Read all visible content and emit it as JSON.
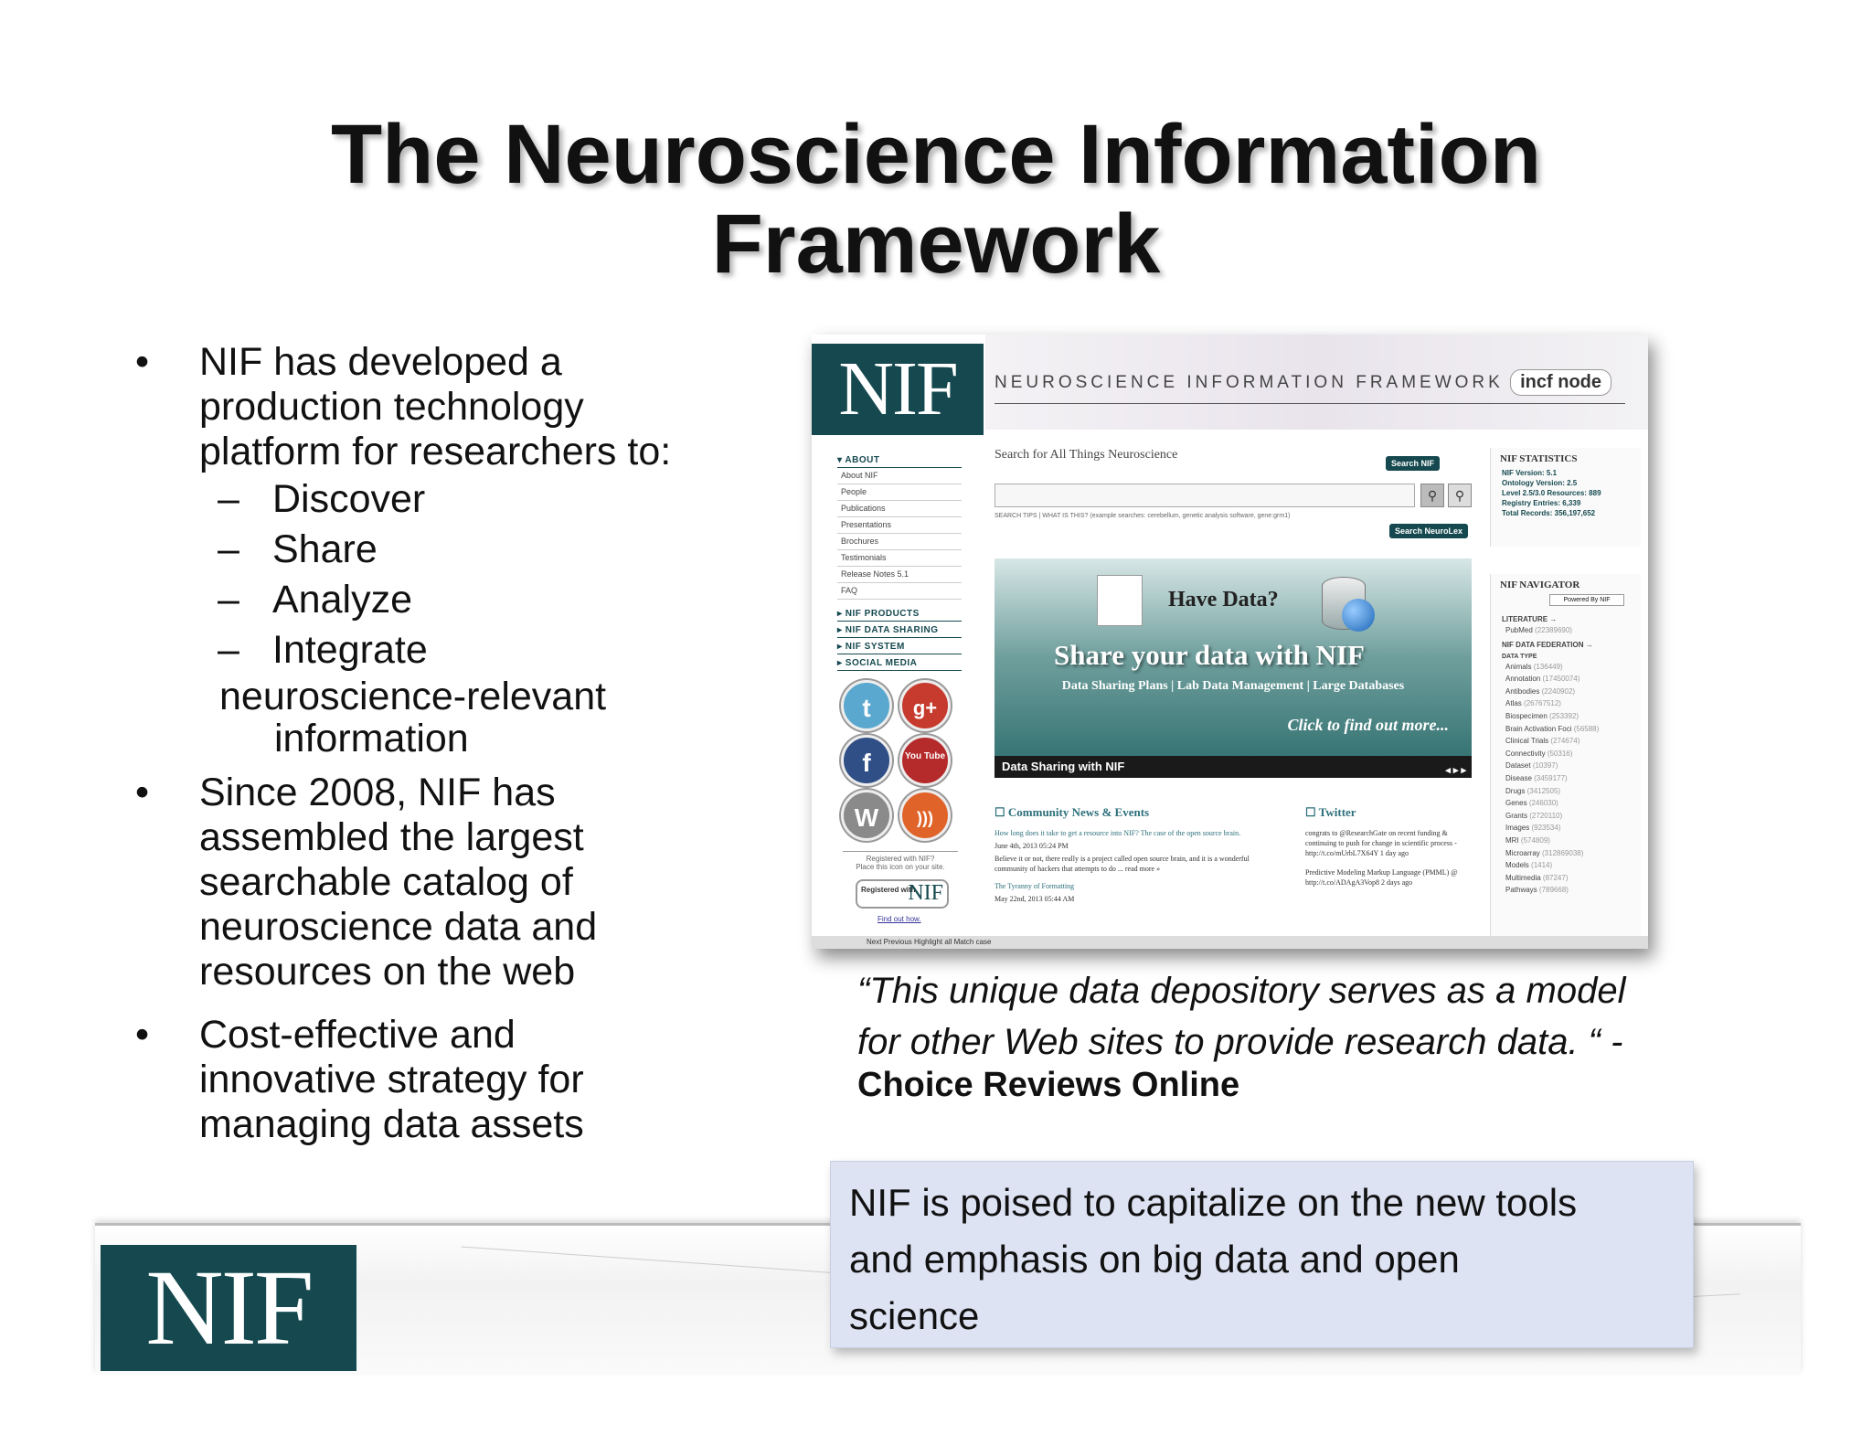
{
  "slide": {
    "title_line1": "The Neuroscience Information",
    "title_line2": "Framework",
    "bullet_symbol": "•",
    "dash_symbol": "–",
    "bullets": [
      {
        "lines": [
          "NIF has developed a",
          "production technology",
          "platform for researchers to:"
        ],
        "subitems": [
          "Discover",
          "Share",
          "Analyze",
          "Integrate"
        ],
        "continuation": [
          "neuroscience-relevant",
          "information"
        ]
      },
      {
        "lines": [
          "Since 2008, NIF has",
          "assembled the largest",
          "searchable catalog of",
          "neuroscience data and",
          "resources on the web"
        ]
      },
      {
        "lines": [
          "Cost-effective and",
          "innovative strategy for",
          "managing data assets"
        ]
      }
    ],
    "quote_line1": "“This unique data depository serves as a model",
    "quote_line2": "for other Web sites to provide research data. “ -",
    "quote_source": "Choice Reviews Online",
    "callout_lines": [
      "NIF is poised to capitalize on the new tools",
      "and emphasis on big data and open",
      "science"
    ],
    "footer_logo": "NIF"
  },
  "screenshot": {
    "logo": "NIF",
    "header_title": "NEUROSCIENCE INFORMATION FRAMEWORK",
    "incf_badge": "incf node",
    "sidebar": {
      "about_head": "▾ ABOUT",
      "about_links": [
        "About NIF",
        "People",
        "Publications",
        "Presentations",
        "Brochures",
        "Testimonials",
        "Release Notes 5.1",
        "FAQ"
      ],
      "sections": [
        "▸ NIF PRODUCTS",
        "▸ NIF DATA SHARING",
        "▸ NIF SYSTEM",
        "▸ SOCIAL MEDIA"
      ],
      "social_icons": [
        "twitter-icon",
        "google-plus-icon",
        "facebook-icon",
        "youtube-icon",
        "wordpress-icon",
        "rss-icon"
      ],
      "social_glyphs": [
        "t",
        "g+",
        "f",
        "You Tube",
        "W",
        ")))"
      ],
      "register_note_1": "Registered with NIF?",
      "register_note_2": "Place this icon on your site.",
      "register_badge_text": "Registered with",
      "register_badge_logo": "NIF",
      "find_out": "Find out how."
    },
    "search": {
      "label": "Search for All Things Neuroscience",
      "search_nif_btn": "Search NIF",
      "search_neurolex_btn": "Search NeuroLex",
      "tips": "SEARCH TIPS  |  WHAT IS THIS? (example searches: cerebellum, genetic analysis software, gene:grm1)",
      "value": ""
    },
    "banner": {
      "have_data": "Have Data?",
      "share": "Share your data with NIF",
      "subtitle": "Data Sharing Plans | Lab Data Management | Large Databases",
      "click": "Click to find out more...",
      "bar_label": "Data Sharing with NIF",
      "arrows": "◂ ▸ ▸"
    },
    "community": {
      "head": "Community News & Events",
      "item1_link": "How long does it take to get a resource into NIF? The case of the open source brain.",
      "item1_date": "June 4th, 2013 05:24 PM",
      "item1_text": "Believe it or not, there really is a project called open source brain, and it is a wonderful community of hackers that attempts to do ... read more »",
      "item2_link": "The Tyranny of Formatting",
      "item2_date": "May 22nd, 2013 05:44 AM"
    },
    "twitter": {
      "head": "Twitter",
      "tweet1": "congrats to @ResearchGate on recent funding & continuing to push for change in scientific process - http://t.co/mUrbL7X64Y 1 day ago",
      "tweet2": "Predictive Modeling Markup Language (PMML) @ http://t.co/ADAgA3Vop8 2 days ago"
    },
    "stats": {
      "head": "NIF STATISTICS",
      "lines": [
        "NIF Version: 5.1",
        "Ontology Version: 2.5",
        "Level 2.5/3.0 Resources: 889",
        "Registry Entries: 6,339",
        "Total Records: 356,197,652"
      ]
    },
    "navigator": {
      "head": "NIF NAVIGATOR",
      "powered": "Powered By NIF",
      "literature": "LITERATURE  →",
      "pubmed": "PubMed",
      "pubmed_count": "(22389690)",
      "federation": "NIF DATA FEDERATION  →",
      "data_type": "DATA TYPE",
      "types": [
        {
          "name": "Animals",
          "count": "(136449)"
        },
        {
          "name": "Annotation",
          "count": "(17450074)"
        },
        {
          "name": "Antibodies",
          "count": "(2240902)"
        },
        {
          "name": "Atlas",
          "count": "(26767512)"
        },
        {
          "name": "Biospecimen",
          "count": "(253392)"
        },
        {
          "name": "Brain Activation Foci",
          "count": "(56588)"
        },
        {
          "name": "Clinical Trials",
          "count": "(274674)"
        },
        {
          "name": "Connectivity",
          "count": "(50316)"
        },
        {
          "name": "Dataset",
          "count": "(10397)"
        },
        {
          "name": "Disease",
          "count": "(3459177)"
        },
        {
          "name": "Drugs",
          "count": "(3412505)"
        },
        {
          "name": "Genes",
          "count": "(246030)"
        },
        {
          "name": "Grants",
          "count": "(2720110)"
        },
        {
          "name": "Images",
          "count": "(923534)"
        },
        {
          "name": "MRI",
          "count": "(574809)"
        },
        {
          "name": "Microarray",
          "count": "(312869038)"
        },
        {
          "name": "Models",
          "count": "(1414)"
        },
        {
          "name": "Multimedia",
          "count": "(87247)"
        },
        {
          "name": "Pathways",
          "count": "(789668)"
        }
      ]
    },
    "bottom_bar": "Next   Previous   Highlight all   Match case"
  },
  "colors": {
    "nif_teal": "#15494f",
    "callout_bg": "#dde3f2",
    "link_teal": "#2c6f7b"
  }
}
